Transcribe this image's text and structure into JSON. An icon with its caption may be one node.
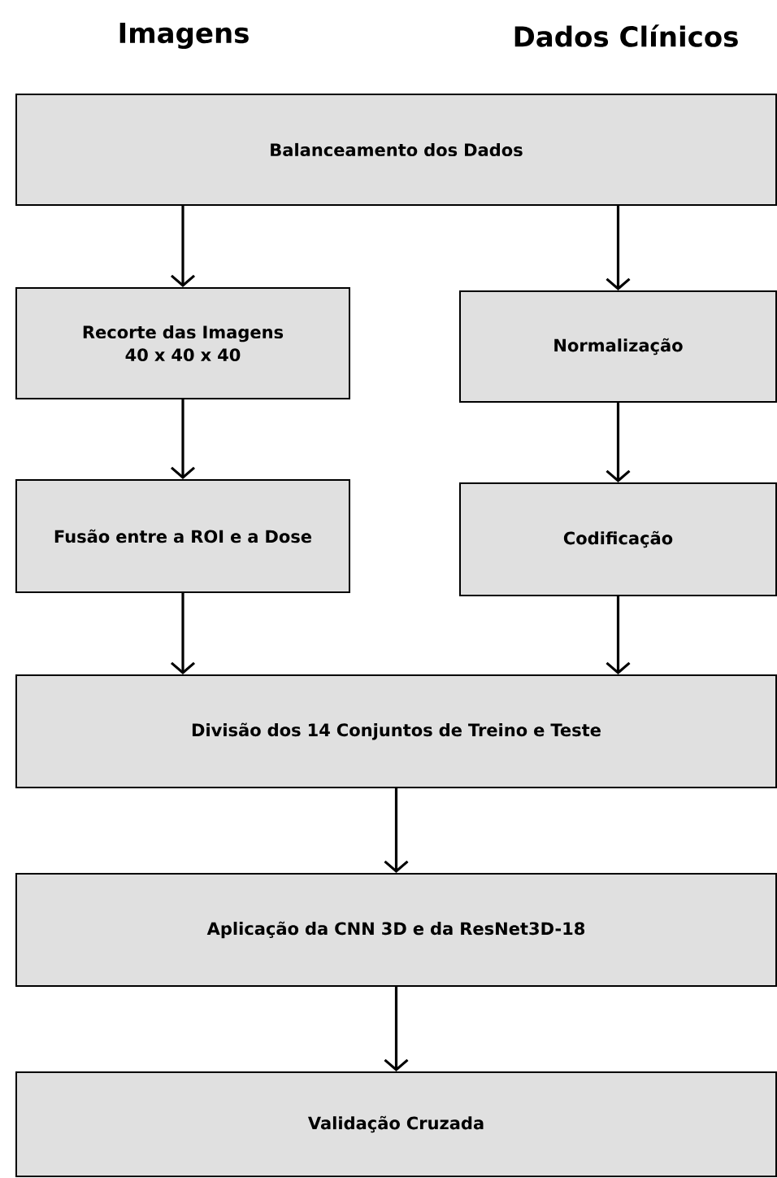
{
  "diagram": {
    "nodes": [
      {
        "text": [
          "Balanceamento dos Dados"
        ]
      },
      {
        "text": [
          "Recorte das Imagens 40 x 40 x 40"
        ]
      },
      {
        "text": [
          "Normalização"
        ]
      },
      {
        "text": [
          "Fusão entre a ROI e a Dose"
        ]
      },
      {
        "text": [
          "Codificação"
        ]
      },
      {
        "text": [
          "Divisão dos 14 Conjuntos de Treino e Teste"
        ]
      },
      {
        "text": [
          "Aplicação da CNN 3D e da ResNet3D-18"
        ]
      },
      {
        "text": [
          "Validação Cruzada"
        ]
      }
    ],
    "edges": [
      {
        "from": 0,
        "to": 1,
        "arrow": "to"
      },
      {
        "from": 0,
        "to": 2,
        "arrow": "to"
      },
      {
        "from": 1,
        "to": 3,
        "arrow": "to"
      },
      {
        "from": 2,
        "to": 4,
        "arrow": "to"
      },
      {
        "from": 3,
        "to": 5,
        "arrow": "to"
      },
      {
        "from": 4,
        "to": 5,
        "arrow": "to"
      },
      {
        "from": 5,
        "to": 6,
        "arrow": "to"
      },
      {
        "from": 6,
        "to": 7,
        "arrow": "to"
      }
    ],
    "labels": [
      "Imagens",
      "Dados Clínicos"
    ]
  }
}
